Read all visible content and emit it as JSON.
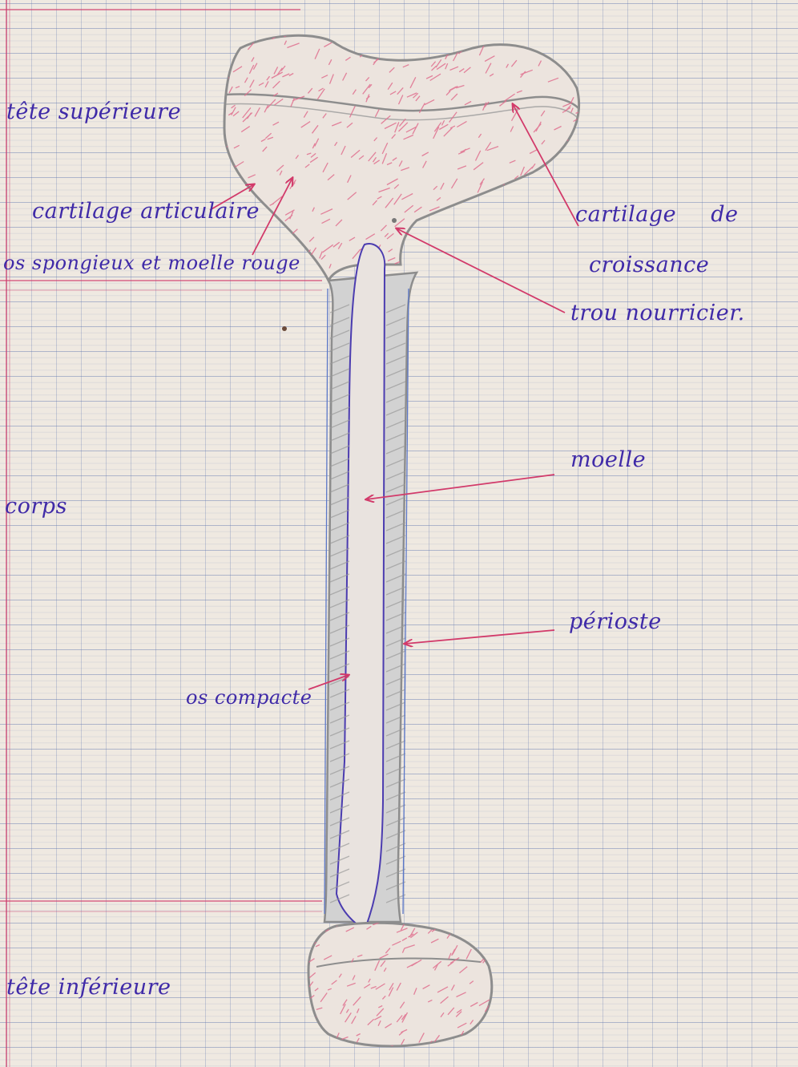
{
  "labels": {
    "tete_superieure": "tête supérieure",
    "cartilage_articulaire": "cartilage articulaire",
    "os_spongieux": "os spongieux et moelle rouge",
    "cartilage_de": "cartilage de",
    "croissance": "croissance",
    "trou_nourricier": "trou nourricier.",
    "moelle": "moelle",
    "corps": "corps",
    "perioste": "périoste",
    "os_compacte": "os compacte",
    "tete_inferieure": "tête inférieure"
  },
  "colors": {
    "ink": "#3f2aa8",
    "red_pencil": "#d23a6a",
    "graphite": "#8d8d8d",
    "blue_pencil": "#5c78c8",
    "paper": "#efe9e1"
  }
}
